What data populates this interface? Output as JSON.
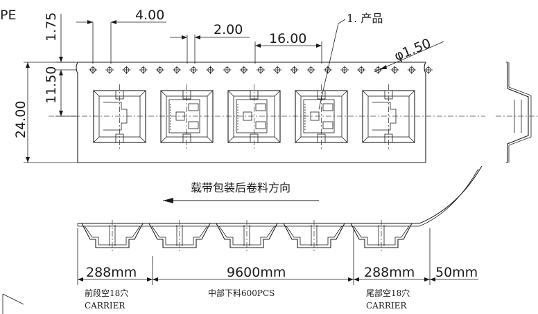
{
  "labels": {
    "corner_text": "PE",
    "product_label": "1. 产品",
    "pitch_holes": "4.00",
    "slot_width": "2.00",
    "pocket_pitch": "16.00",
    "hole_diameter": "φ1.50",
    "tape_width": "24.00",
    "hole_offset_top": "1.75",
    "hole_to_center": "11.50",
    "direction_text": "载带包装后卷料方向",
    "lead_length": "288mm",
    "middle_length": "9600mm",
    "trail_length": "288mm",
    "tail_length": "50mm",
    "lead_desc": "前段空18穴",
    "lead_sub": "CARRIER",
    "middle_desc": "中部下料600PCS",
    "trail_desc": "尾部空18穴",
    "trail_sub": "CARRIER"
  },
  "colors": {
    "line": "#1a1a1a",
    "background": "#ffffff"
  }
}
